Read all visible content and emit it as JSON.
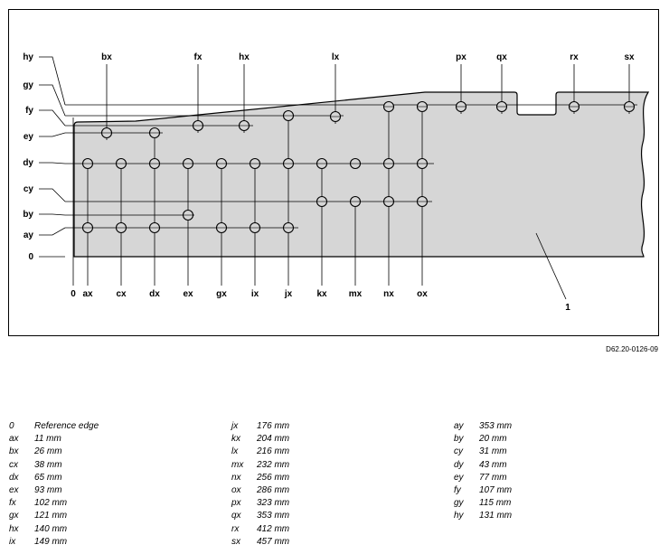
{
  "figure": {
    "reference_code": "D62.20-0126-09",
    "part_label": "1",
    "x_labels": [
      "0",
      "ax",
      "cx",
      "dx",
      "ex",
      "gx",
      "ix",
      "jx",
      "kx",
      "mx",
      "nx",
      "ox"
    ],
    "top_labels": [
      "bx",
      "fx",
      "hx",
      "lx",
      "px",
      "qx",
      "rx",
      "sx"
    ],
    "y_labels": [
      "hy",
      "gy",
      "fy",
      "ey",
      "dy",
      "cy",
      "by",
      "ay",
      "0"
    ]
  },
  "legend": {
    "col1": [
      {
        "key": "0",
        "value": "Reference edge"
      },
      {
        "key": "ax",
        "value": "11 mm"
      },
      {
        "key": "bx",
        "value": "26 mm"
      },
      {
        "key": "cx",
        "value": "38 mm"
      },
      {
        "key": "dx",
        "value": "65 mm"
      },
      {
        "key": "ex",
        "value": "93 mm"
      },
      {
        "key": "fx",
        "value": "102 mm"
      },
      {
        "key": "gx",
        "value": "121 mm"
      },
      {
        "key": "hx",
        "value": "140 mm"
      },
      {
        "key": "ix",
        "value": "149 mm"
      }
    ],
    "col2": [
      {
        "key": "jx",
        "value": "176 mm"
      },
      {
        "key": "kx",
        "value": "204 mm"
      },
      {
        "key": "lx",
        "value": "216 mm"
      },
      {
        "key": "mx",
        "value": "232 mm"
      },
      {
        "key": "nx",
        "value": "256 mm"
      },
      {
        "key": "ox",
        "value": "286 mm"
      },
      {
        "key": "px",
        "value": "323 mm"
      },
      {
        "key": "qx",
        "value": "353 mm"
      },
      {
        "key": "rx",
        "value": "412 mm"
      },
      {
        "key": "sx",
        "value": "457 mm"
      }
    ],
    "col3": [
      {
        "key": "ay",
        "value": "353 mm"
      },
      {
        "key": "by",
        "value": "20 mm"
      },
      {
        "key": "cy",
        "value": "31 mm"
      },
      {
        "key": "dy",
        "value": "43 mm"
      },
      {
        "key": "ey",
        "value": "77 mm"
      },
      {
        "key": "fy",
        "value": "107 mm"
      },
      {
        "key": "gy",
        "value": "115 mm"
      },
      {
        "key": "hy",
        "value": "131 mm"
      }
    ]
  }
}
